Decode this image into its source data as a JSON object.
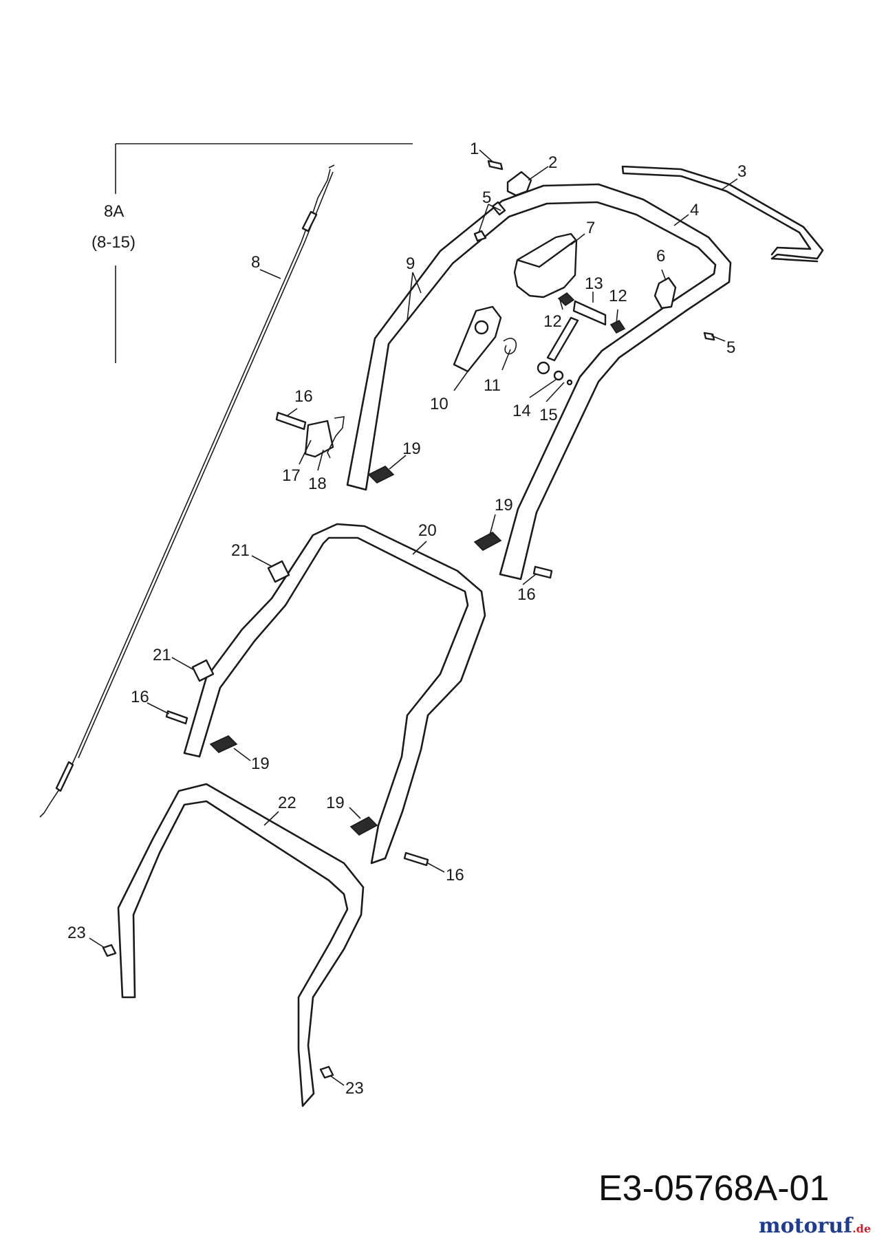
{
  "group_label": {
    "name": "8A",
    "range": "(8-15)"
  },
  "callouts": [
    {
      "id": "c1",
      "text": "1"
    },
    {
      "id": "c2",
      "text": "2"
    },
    {
      "id": "c3",
      "text": "3"
    },
    {
      "id": "c4",
      "text": "4"
    },
    {
      "id": "c5a",
      "text": "5"
    },
    {
      "id": "c5b",
      "text": "5"
    },
    {
      "id": "c6",
      "text": "6"
    },
    {
      "id": "c7",
      "text": "7"
    },
    {
      "id": "c8",
      "text": "8"
    },
    {
      "id": "c9",
      "text": "9"
    },
    {
      "id": "c10",
      "text": "10"
    },
    {
      "id": "c11",
      "text": "11"
    },
    {
      "id": "c12a",
      "text": "12"
    },
    {
      "id": "c12b",
      "text": "12"
    },
    {
      "id": "c13",
      "text": "13"
    },
    {
      "id": "c14",
      "text": "14"
    },
    {
      "id": "c15",
      "text": "15"
    },
    {
      "id": "c16a",
      "text": "16"
    },
    {
      "id": "c16b",
      "text": "16"
    },
    {
      "id": "c16c",
      "text": "16"
    },
    {
      "id": "c16d",
      "text": "16"
    },
    {
      "id": "c17",
      "text": "17"
    },
    {
      "id": "c18",
      "text": "18"
    },
    {
      "id": "c19a",
      "text": "19"
    },
    {
      "id": "c19b",
      "text": "19"
    },
    {
      "id": "c19c",
      "text": "19"
    },
    {
      "id": "c19d",
      "text": "19"
    },
    {
      "id": "c20",
      "text": "20"
    },
    {
      "id": "c21a",
      "text": "21"
    },
    {
      "id": "c21b",
      "text": "21"
    },
    {
      "id": "c22",
      "text": "22"
    },
    {
      "id": "c23a",
      "text": "23"
    },
    {
      "id": "c23b",
      "text": "23"
    }
  ],
  "diagram_code": "E3-05768A-01",
  "watermark": {
    "word": "motoruf",
    "suffix": ".de",
    "colors": {
      "main": "#1f3d8a",
      "accent": "#d11f2a"
    }
  }
}
